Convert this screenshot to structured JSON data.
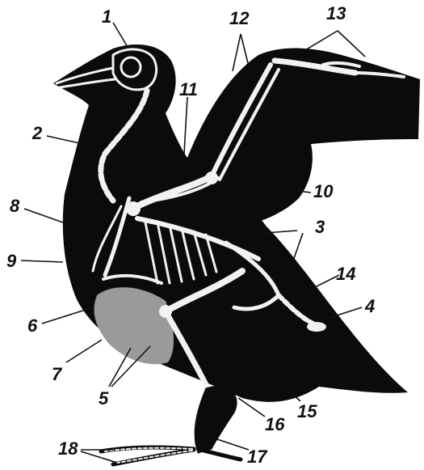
{
  "diagram": {
    "subject": "bird skeleton",
    "colors": {
      "silhouette": "#0b0b0b",
      "bone": "#f2f2f2",
      "organ": "#9a9a9a",
      "ink": "#111111"
    },
    "labels": [
      {
        "id": "l1",
        "text": "1"
      },
      {
        "id": "l2",
        "text": "2"
      },
      {
        "id": "l3",
        "text": "3"
      },
      {
        "id": "l4",
        "text": "4"
      },
      {
        "id": "l5",
        "text": "5"
      },
      {
        "id": "l6",
        "text": "6"
      },
      {
        "id": "l7",
        "text": "7"
      },
      {
        "id": "l8",
        "text": "8"
      },
      {
        "id": "l9",
        "text": "9"
      },
      {
        "id": "l10",
        "text": "10"
      },
      {
        "id": "l11",
        "text": "11"
      },
      {
        "id": "l12",
        "text": "12"
      },
      {
        "id": "l13",
        "text": "13"
      },
      {
        "id": "l14",
        "text": "14"
      },
      {
        "id": "l15",
        "text": "15"
      },
      {
        "id": "l16",
        "text": "16"
      },
      {
        "id": "l17",
        "text": "17"
      },
      {
        "id": "l18",
        "text": "18"
      }
    ]
  }
}
